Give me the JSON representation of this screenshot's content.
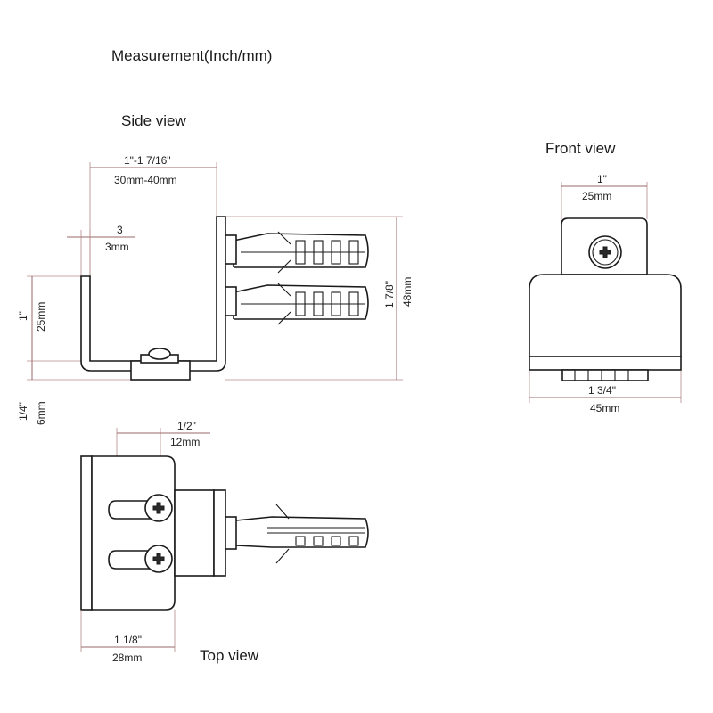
{
  "title": "Measurement(Inch/mm)",
  "views": {
    "side": {
      "label": "Side view",
      "dim_depth_in": "1\"-1 7/16\"",
      "dim_depth_mm": "30mm-40mm",
      "dim_thick_in": "3",
      "dim_thick_mm": "3mm",
      "dim_lip_in": "1\"",
      "dim_lip_mm": "25mm",
      "dim_base_in": "1/4\"",
      "dim_base_mm": "6mm",
      "dim_height_in": "1 7/8\"",
      "dim_height_mm": "48mm"
    },
    "front": {
      "label": "Front view",
      "dim_top_in": "1\"",
      "dim_top_mm": "25mm",
      "dim_bottom_in": "1 3/4\"",
      "dim_bottom_mm": "45mm"
    },
    "top": {
      "label": "Top view",
      "dim_slot_in": "1/2\"",
      "dim_slot_mm": "12mm",
      "dim_width_in": "1 1/8\"",
      "dim_width_mm": "28mm"
    }
  },
  "colors": {
    "line": "#1a1a1a",
    "dimension": "#9a6a6a",
    "background": "#ffffff"
  }
}
